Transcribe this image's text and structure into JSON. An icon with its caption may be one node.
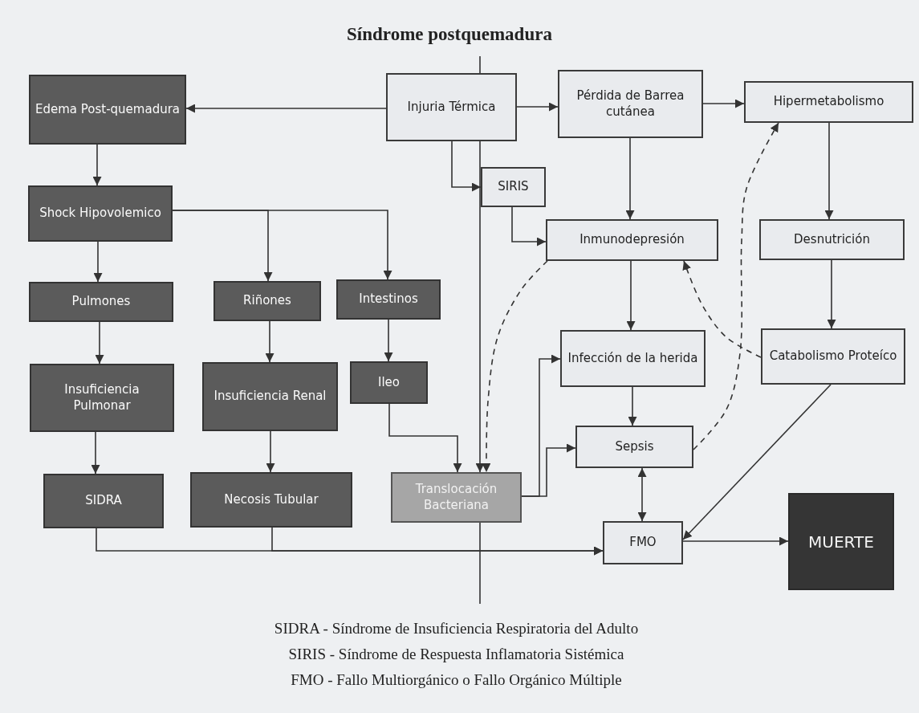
{
  "diagram": {
    "title": "Síndrome postquemadura",
    "nodes": [
      {
        "text": [
          "Edema Post-quemadura"
        ]
      },
      {
        "text": [
          "Injuria Térmica"
        ]
      },
      {
        "text": [
          "Pérdida de Barrea cutánea"
        ]
      },
      {
        "text": [
          "Hipermetabolismo"
        ]
      },
      {
        "text": [
          "Shock Hipovolemico"
        ]
      },
      {
        "text": [
          "SIRIS"
        ]
      },
      {
        "text": [
          "Inmunodepresión"
        ]
      },
      {
        "text": [
          "Desnutrición"
        ]
      },
      {
        "text": [
          "Pulmones"
        ]
      },
      {
        "text": [
          "Riñones"
        ]
      },
      {
        "text": [
          "Intestinos"
        ]
      },
      {
        "text": [
          "Infección de la herida"
        ]
      },
      {
        "text": [
          "Catabolismo Proteíco"
        ]
      },
      {
        "text": [
          "Insuficiencia Pulmonar"
        ]
      },
      {
        "text": [
          "Insuficiencia Renal"
        ]
      },
      {
        "text": [
          "Ileo"
        ]
      },
      {
        "text": [
          "Sepsis"
        ]
      },
      {
        "text": [
          "SIDRA"
        ]
      },
      {
        "text": [
          "Necosis Tubular"
        ]
      },
      {
        "text": [
          "Translocación Bacteriana"
        ]
      },
      {
        "text": [
          "FMO"
        ]
      },
      {
        "text": [
          "MUERTE"
        ]
      }
    ],
    "edges": [
      {
        "from": 1,
        "to": 0,
        "arrow": "to"
      },
      {
        "from": 1,
        "to": 2,
        "arrow": "to"
      },
      {
        "from": 2,
        "to": 3,
        "arrow": "to"
      },
      {
        "from": 1,
        "to": 5,
        "arrow": "to"
      },
      {
        "from": 1,
        "to": 19,
        "arrow": "to"
      },
      {
        "from": 0,
        "to": 4,
        "arrow": "to"
      },
      {
        "from": 2,
        "to": 6,
        "arrow": "to"
      },
      {
        "from": 3,
        "to": 7,
        "arrow": "to"
      },
      {
        "from": 5,
        "to": 6,
        "arrow": "to"
      },
      {
        "from": 4,
        "to": 8,
        "arrow": "to"
      },
      {
        "from": 4,
        "to": 9,
        "arrow": "to"
      },
      {
        "from": 4,
        "to": 10,
        "arrow": "to"
      },
      {
        "from": 7,
        "to": 12,
        "arrow": "to"
      },
      {
        "from": 6,
        "to": 11,
        "arrow": "to"
      },
      {
        "from": 6,
        "to": 19,
        "arrow": "to",
        "style": "dashed"
      },
      {
        "from": 12,
        "to": 6,
        "arrow": "to",
        "style": "dashed"
      },
      {
        "from": 16,
        "to": 3,
        "arrow": "to",
        "style": "dashed"
      },
      {
        "from": 8,
        "to": 13,
        "arrow": "to"
      },
      {
        "from": 9,
        "to": 14,
        "arrow": "to"
      },
      {
        "from": 10,
        "to": 15,
        "arrow": "to"
      },
      {
        "from": 11,
        "to": 16,
        "arrow": "to"
      },
      {
        "from": 19,
        "to": 11,
        "arrow": "to"
      },
      {
        "from": 19,
        "to": 16,
        "arrow": "to"
      },
      {
        "from": 15,
        "to": 19,
        "arrow": "to"
      },
      {
        "from": 13,
        "to": 17,
        "arrow": "to"
      },
      {
        "from": 14,
        "to": 18,
        "arrow": "to"
      },
      {
        "from": 16,
        "to": 20,
        "arrow": "both"
      },
      {
        "from": 12,
        "to": 20,
        "arrow": "to"
      },
      {
        "from": 17,
        "to": 20,
        "arrow": "to"
      },
      {
        "from": 18,
        "to": 20,
        "arrow": "to"
      },
      {
        "from": 20,
        "to": 21,
        "arrow": "to"
      }
    ],
    "labels": [
      "SIDRA - Síndrome de Insuficiencia Respiratoria del Adulto",
      "SIRIS - Síndrome de Respuesta Inflamatoria Sistémica",
      "FMO - Fallo Multiorgánico o Fallo Orgánico Múltiple"
    ]
  }
}
